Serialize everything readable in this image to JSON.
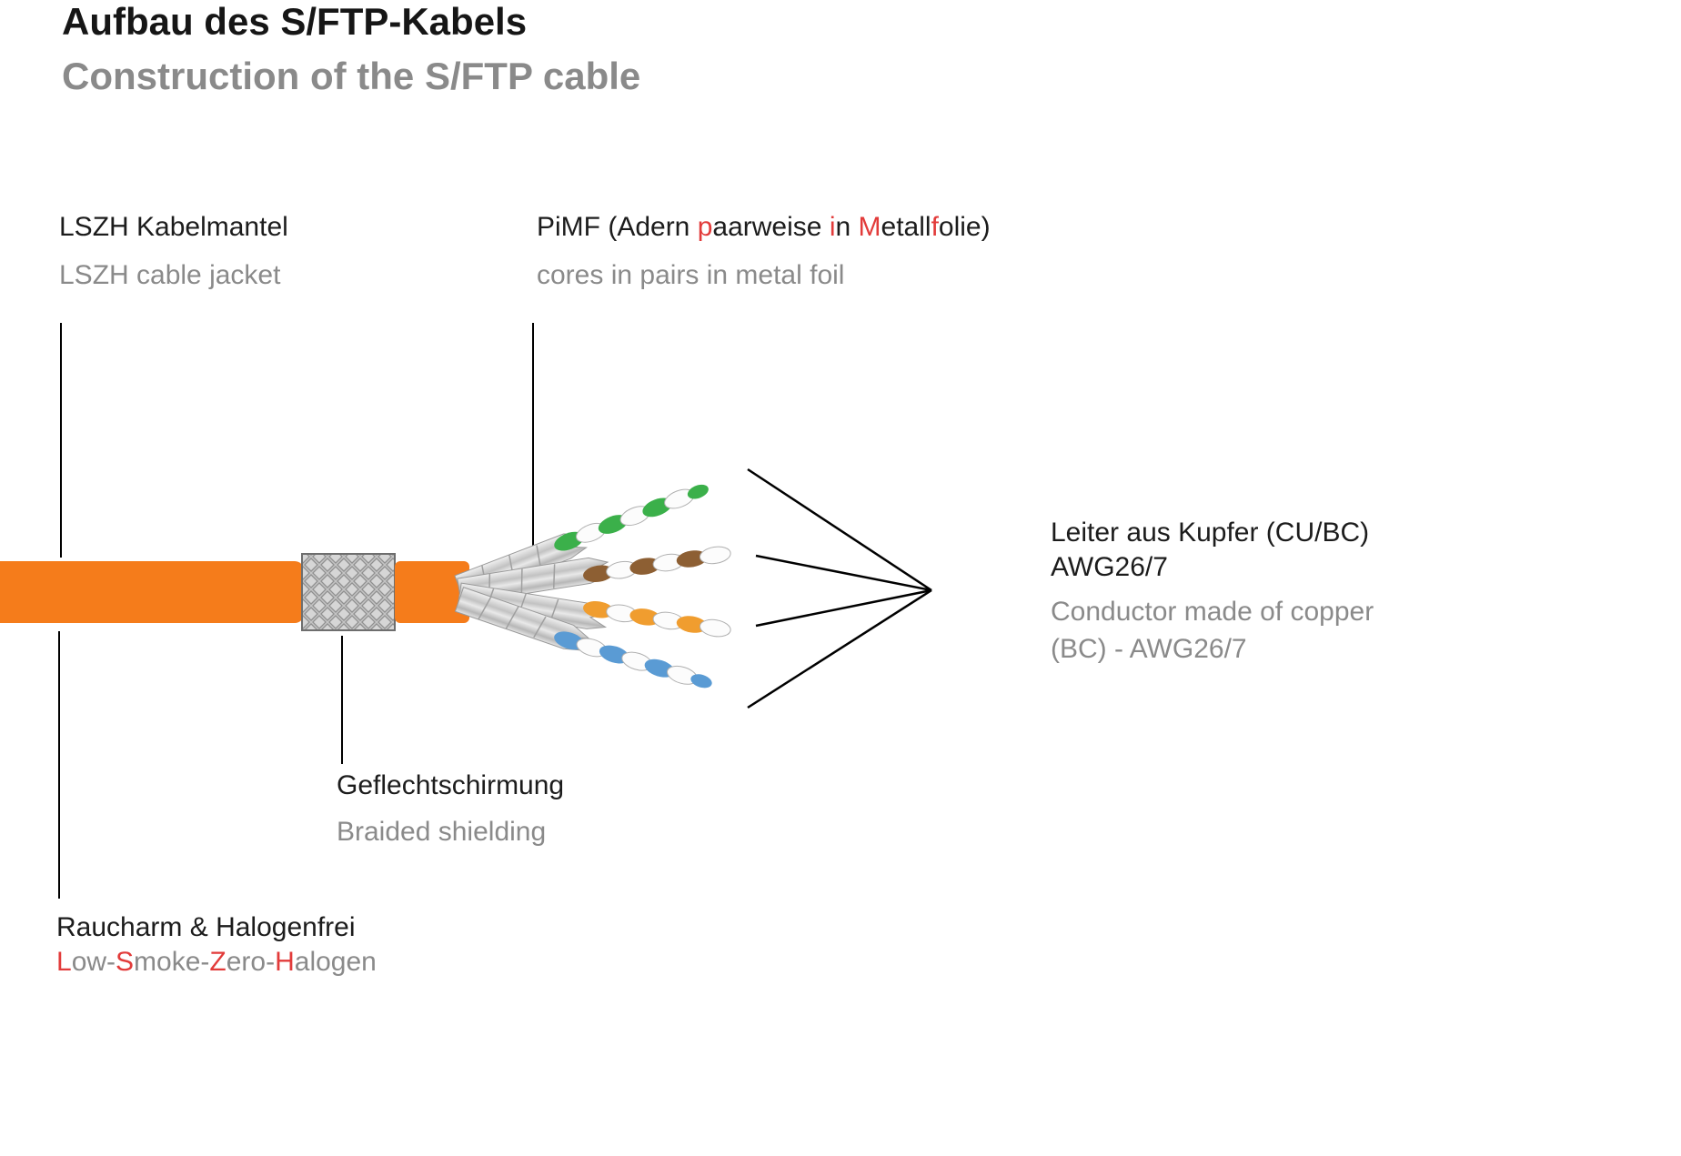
{
  "colors": {
    "jacket_orange": "#f57c1b",
    "highlight_red": "#e23b3a",
    "gray_text": "#8a8a8a",
    "pair_green": "#3bb04a",
    "pair_brown": "#8d5f33",
    "pair_orange": "#f09d2f",
    "pair_blue": "#5a9bd4"
  },
  "header": {
    "title": "Aufbau des S/FTP-Kabels",
    "subtitle": "Construction of the S/FTP cable"
  },
  "labels": {
    "jacket": {
      "de": "LSZH Kabelmantel",
      "en": "LSZH cable jacket"
    },
    "pimf": {
      "de_segments": [
        {
          "text": "PiMF (Adern "
        },
        {
          "text": "p",
          "highlight": true
        },
        {
          "text": "aarweise "
        },
        {
          "text": "i",
          "highlight": true
        },
        {
          "text": "n "
        },
        {
          "text": "M",
          "highlight": true
        },
        {
          "text": "etall"
        },
        {
          "text": "f",
          "highlight": true
        },
        {
          "text": "olie)"
        }
      ],
      "en": "cores in pairs in metal foil"
    },
    "conductor": {
      "de_line1": "Leiter aus Kupfer (CU/BC)",
      "de_line2": "AWG26/7",
      "en_line1": "Conductor made of copper",
      "en_line2": "(BC) - AWG26/7"
    },
    "braid": {
      "de": "Geflechtschirmung",
      "en": "Braided shielding"
    },
    "lszh": {
      "de": "Raucharm & Halogenfrei",
      "en_segments": [
        {
          "text": "L",
          "highlight": true
        },
        {
          "text": "ow-"
        },
        {
          "text": "S",
          "highlight": true
        },
        {
          "text": "moke-"
        },
        {
          "text": "Z",
          "highlight": true
        },
        {
          "text": "ero-"
        },
        {
          "text": "H",
          "highlight": true
        },
        {
          "text": "alogen"
        }
      ]
    }
  }
}
